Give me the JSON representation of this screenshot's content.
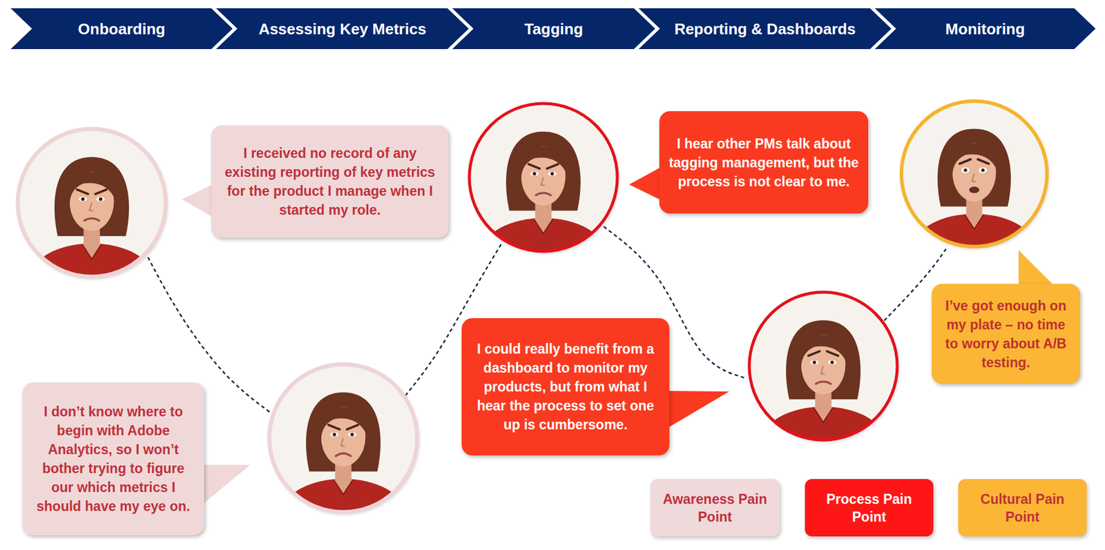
{
  "diagram": {
    "nodes": [
      {
        "text": [
          "Onboarding"
        ]
      },
      {
        "text": [
          "Assessing Key Metrics"
        ]
      },
      {
        "text": [
          "Tagging"
        ]
      },
      {
        "text": [
          "Reporting & Dashboards"
        ]
      },
      {
        "text": [
          "Monitoring"
        ]
      },
      {
        "text": [
          "I received no record of any existing reporting of key metrics for the product I manage when I started my role."
        ]
      },
      {
        "text": [
          "I don’t know where to begin with Adobe Analytics, so I won’t bother trying to figure our which metrics I should have my eye on."
        ]
      },
      {
        "text": [
          "I hear other PMs talk about tagging management, but the process is not clear to me."
        ]
      },
      {
        "text": [
          "I could really benefit from a dashboard to monitor my products, but from what I hear the process to set one up is cumbersome."
        ]
      },
      {
        "text": [
          "I’ve got enough on my plate – no time to worry about A/B testing."
        ]
      }
    ],
    "legend": [
      {
        "text": "Awareness Pain Point",
        "color": "#f0d9da"
      },
      {
        "text": "Process Pain Point",
        "color": "#fe1616"
      },
      {
        "text": "Cultural Pain Point",
        "color": "#fbb635"
      }
    ]
  }
}
